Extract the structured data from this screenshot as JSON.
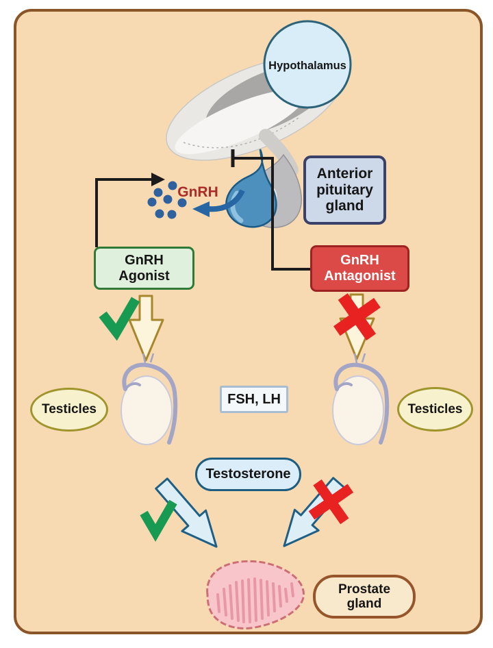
{
  "figure": {
    "hypothalamus_label": "Hypothalamus",
    "anterior_pituitary_label": "Anterior\npituitary\ngland",
    "gnrh_label": "GnRH",
    "gnrh_agonist_label": "GnRH\nAgonist",
    "gnrh_antagonist_label": "GnRH\nAntagonist",
    "testicles_left_label": "Testicles",
    "testicles_right_label": "Testicles",
    "fsh_lh_label": "FSH, LH",
    "testosterone_label": "Testosterone",
    "prostate_label": "Prostate\ngland"
  },
  "colors": {
    "panel_background": "#f7d9b2",
    "panel_border": "#8a5528",
    "hypothalamus_fill": "#d8edf7",
    "hypothalamus_border": "#2c6378",
    "anterior_pituitary_box_fill": "#cdd8e8",
    "anterior_pituitary_box_border": "#3a4168",
    "agonist_box_fill": "#dff0dc",
    "agonist_box_border": "#2e7a36",
    "antagonist_box_fill": "#dc4a47",
    "antagonist_box_border": "#9e2220",
    "gnrh_text": "#ab2b28",
    "gnrh_dots": "#30619f",
    "check_green": "#199a52",
    "cross_red": "#e82121",
    "cream_arrow_fill": "#fcf5dc",
    "cream_arrow_border": "#a8862c",
    "blue_arrow_fill": "#ddeef6",
    "blue_arrow_border": "#1f5f86",
    "testicles_oval_fill": "#f7f1cd",
    "testicles_oval_border": "#a0952d",
    "fsh_lh_box_border": "#a9bdd2",
    "testosterone_fill": "#daedf8",
    "testosterone_border": "#1e5d80",
    "prostate_fill": "#f8c5cb",
    "prostate_border": "#cc6f74",
    "prostate_label_border": "#97552c",
    "pituitary_blue": "#4e90bd"
  }
}
